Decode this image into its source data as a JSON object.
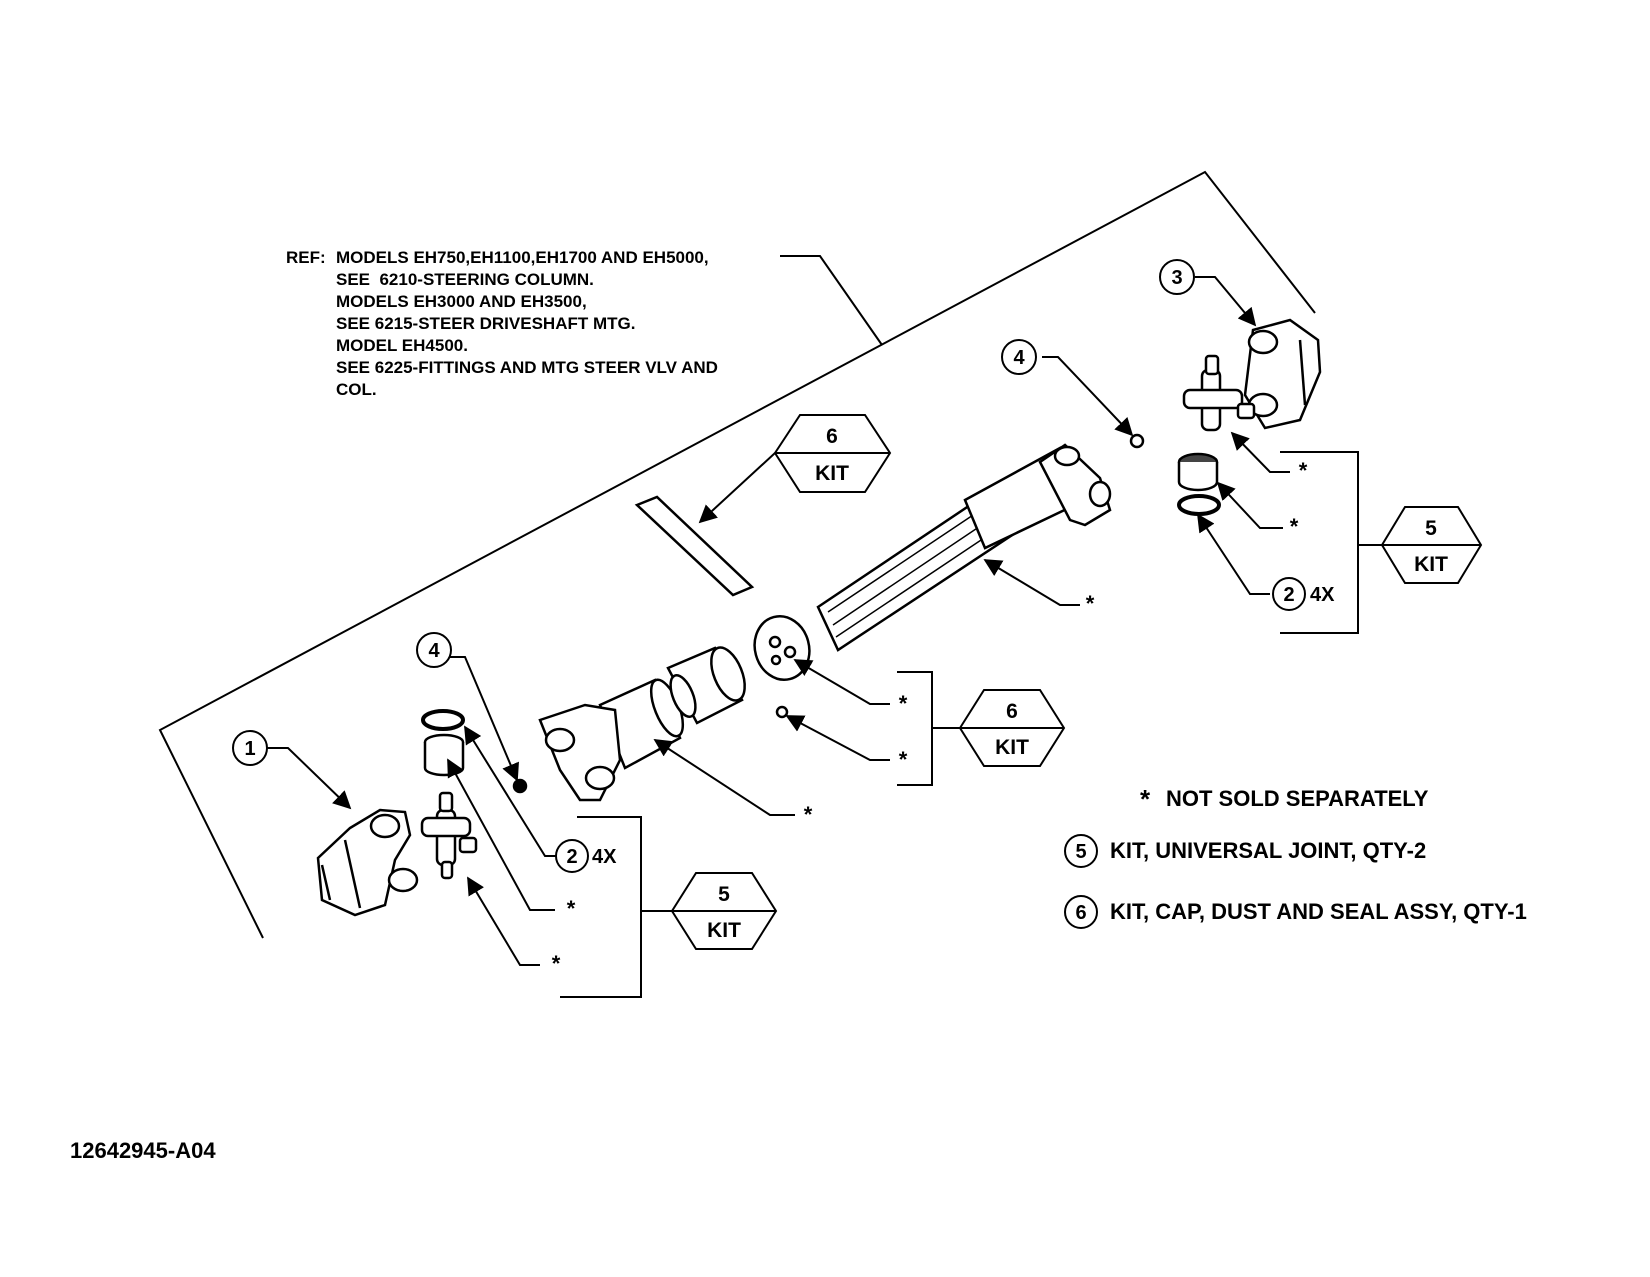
{
  "reference_note": {
    "prefix": "REF:",
    "lines": [
      "MODELS EH750,EH1100,EH1700 AND EH5000,",
      "SEE  6210-STEERING COLUMN.",
      "MODELS EH3000 AND EH3500,",
      "SEE 6215-STEER DRIVESHAFT MTG.",
      "MODEL EH4500.",
      "SEE 6225-FITTINGS AND MTG STEER VLV AND",
      "COL."
    ]
  },
  "callouts": {
    "item1": "1",
    "item2": "2",
    "item3": "3",
    "item4": "4",
    "item5": "5",
    "item6": "6",
    "qty_4x": "4X",
    "kit_word": "KIT",
    "asterisk": "*"
  },
  "legend": {
    "not_sold_symbol": "*",
    "not_sold_text": "NOT SOLD SEPARATELY",
    "kit5_number": "5",
    "kit5_text": "KIT, UNIVERSAL JOINT, QTY-2",
    "kit6_number": "6",
    "kit6_text": "KIT, CAP, DUST AND SEAL ASSY, QTY-1"
  },
  "document_number": "12642945-A04"
}
